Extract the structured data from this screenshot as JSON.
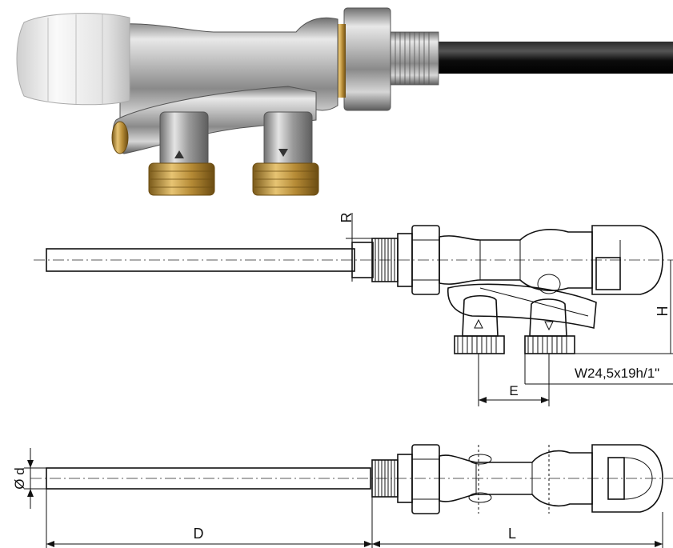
{
  "labels": {
    "R": "R",
    "H": "H",
    "E": "E",
    "thread": "W24,5x19h/1\"",
    "d": "Ø d",
    "D": "D",
    "L": "L"
  },
  "colors": {
    "chrome": "#b9b9b9",
    "chrome_dark": "#6e6e6e",
    "brass": "#c79a3e",
    "brass_dark": "#7a5a1a",
    "cap": "#eeeeee",
    "tube": "#111111",
    "line": "#111111"
  }
}
